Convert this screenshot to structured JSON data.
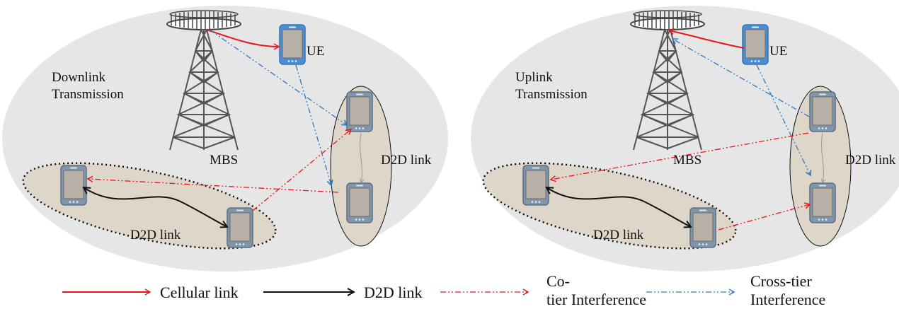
{
  "left_panel": {
    "mode_line1": "Downlink",
    "mode_line2": "Transmission",
    "ue_label": "UE",
    "mbs_label": "MBS",
    "d2d_pair_a_label": "D2D link",
    "d2d_pair_b_label": "D2D link"
  },
  "right_panel": {
    "mode_line1": "Uplink",
    "mode_line2": "Transmission",
    "ue_label": "UE",
    "mbs_label": "MBS",
    "d2d_pair_a_label": "D2D link",
    "d2d_pair_b_label": "D2D link"
  },
  "legend": [
    {
      "label_line1": "Cellular link",
      "label_line2": "",
      "line_style": "solid",
      "color": "#e8161a"
    },
    {
      "label_line1": "D2D link",
      "label_line2": "",
      "line_style": "solid",
      "color": "#111111"
    },
    {
      "label_line1": "Co-",
      "label_line2": "tier Interference",
      "line_style": "dash-dot-dot",
      "color": "#e8161a"
    },
    {
      "label_line1": "Cross-tier",
      "label_line2": "Interference",
      "line_style": "dash-dot-dot",
      "color": "#2f78c4"
    }
  ],
  "colors": {
    "cell_fill": "#e6e6e6",
    "d2d_fill": "#ddd6c9",
    "cellular": "#e8161a",
    "d2d": "#111111",
    "co_tier": "#e8161a",
    "cross_tier": "#2f78c4",
    "ue_phone": "#4a8fd6",
    "d2d_phone": "#7f96b0",
    "tower": "#555555"
  }
}
